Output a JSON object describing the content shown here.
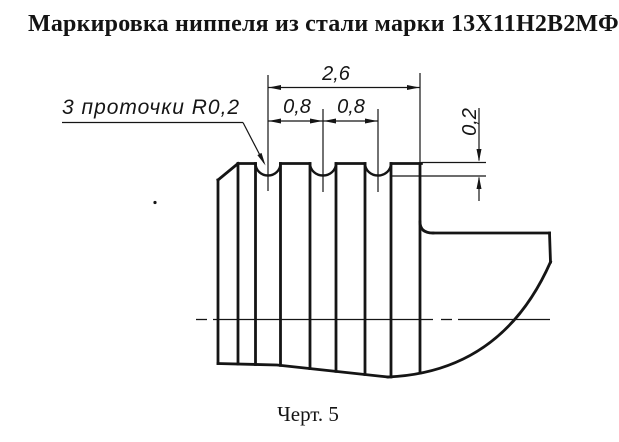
{
  "title": "Маркировка ниппеля из стали марки 13Х11Н2В2МФ",
  "figure_caption": "Черт. 5",
  "annotations": {
    "grooves_note": "3 проточки R0,2",
    "dim_total_width": "2,6",
    "dim_groove_pitch_left": "0,8",
    "dim_groove_pitch_right": "0,8",
    "dim_groove_depth": "0,2"
  },
  "colors": {
    "ink": "#151515",
    "paper": "#ffffff"
  }
}
